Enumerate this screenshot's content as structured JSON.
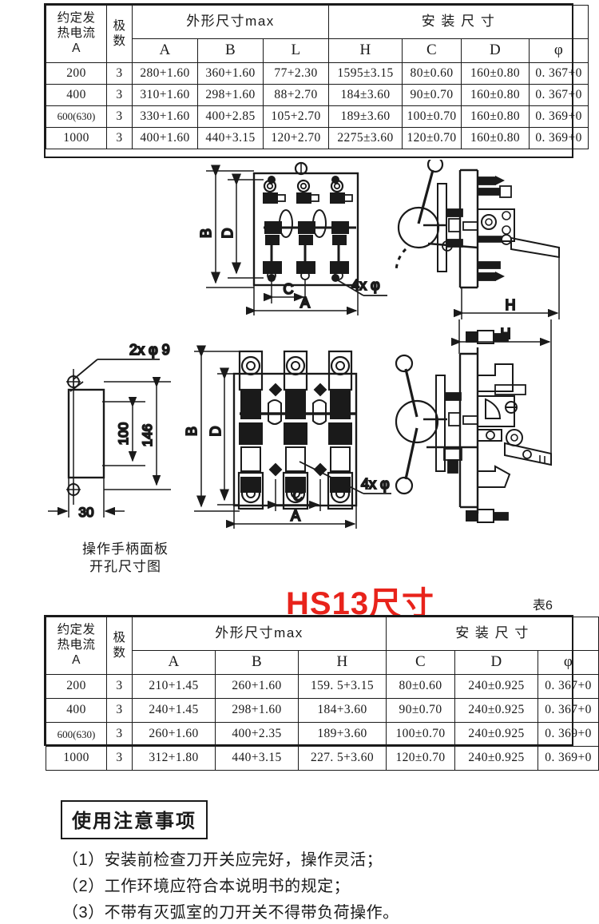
{
  "table1": {
    "header": {
      "current": "约定发\n热电流\nA",
      "poles": "极\n数",
      "group_outline": "外形尺寸max",
      "group_install": "安 装 尺 寸",
      "cols": [
        "A",
        "B",
        "L",
        "H",
        "C",
        "D",
        "φ"
      ]
    },
    "rows": [
      {
        "current": "200",
        "poles": "3",
        "A": "280+1.60",
        "B": "360+1.60",
        "L": "77+2.30",
        "H": "1595±3.15",
        "C": "80±0.60",
        "D": "160±0.80",
        "phi": "0. 367+0"
      },
      {
        "current": "400",
        "poles": "3",
        "A": "310+1.60",
        "B": "298+1.60",
        "L": "88+2.70",
        "H": "184±3.60",
        "C": "90±0.70",
        "D": "160±0.80",
        "phi": "0. 367+0"
      },
      {
        "current": "600(630)",
        "poles": "3",
        "A": "330+1.60",
        "B": "400+2.85",
        "L": "105+2.70",
        "H": "189±3.60",
        "C": "100±0.70",
        "D": "160±0.80",
        "phi": "0. 369+0"
      },
      {
        "current": "1000",
        "poles": "3",
        "A": "400+1.60",
        "B": "440+3.15",
        "L": "120+2.70",
        "H": "2275±3.60",
        "C": "120±0.70",
        "D": "160±0.80",
        "phi": "0. 369+0"
      }
    ]
  },
  "table2": {
    "table_no": "表6",
    "title": "HS13尺寸",
    "header": {
      "current": "约定发\n热电流\nA",
      "poles": "极\n数",
      "group_outline": "外形尺寸max",
      "group_install": "安 装 尺 寸",
      "cols": [
        "A",
        "B",
        "H",
        "C",
        "D",
        "φ"
      ]
    },
    "rows": [
      {
        "current": "200",
        "poles": "3",
        "A": "210+1.45",
        "B": "260+1.60",
        "H": "159. 5+3.15",
        "C": "80±0.60",
        "D": "240±0.925",
        "phi": "0. 367+0"
      },
      {
        "current": "400",
        "poles": "3",
        "A": "240+1.45",
        "B": "298+1.60",
        "H": "184+3.60",
        "C": "90±0.70",
        "D": "240±0.925",
        "phi": "0. 367+0"
      },
      {
        "current": "600(630)",
        "poles": "3",
        "A": "260+1.60",
        "B": "400+2.35",
        "H": "189+3.60",
        "C": "100±0.70",
        "D": "240±0.925",
        "phi": "0. 369+0"
      },
      {
        "current": "1000",
        "poles": "3",
        "A": "312+1.80",
        "B": "440+3.15",
        "H": "227. 5+3.60",
        "C": "120±0.70",
        "D": "240±0.925",
        "phi": "0. 369+0"
      }
    ]
  },
  "drawings": {
    "dim_B": "B",
    "dim_D": "D",
    "dim_C": "C",
    "dim_A": "A",
    "dim_H": "H",
    "hole_note": "4x φ",
    "panel": {
      "hole_note": "2x φ 9",
      "dim_100": "100",
      "dim_146": "146",
      "dim_30": "30",
      "caption_line1": "操作手柄面板",
      "caption_line2": "开孔尺寸图"
    }
  },
  "notes": {
    "heading": "使用注意事项",
    "items": [
      "（1）安装前检查刀开关应完好，操作灵活；",
      "（2）工作环境应符合本说明书的规定；",
      "（3）不带有灭弧室的刀开关不得带负荷操作。"
    ]
  }
}
